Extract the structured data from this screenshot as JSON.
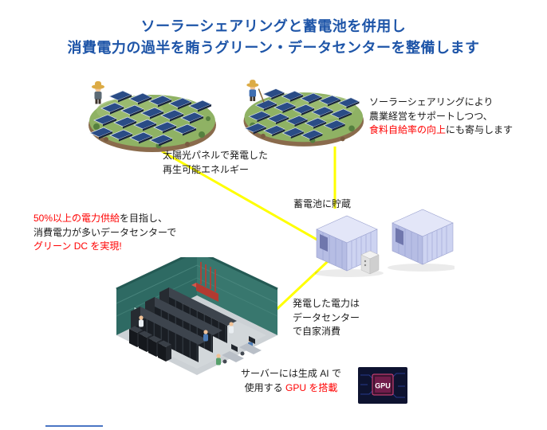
{
  "title": {
    "line1": "ソーラーシェアリングと蓄電池を併用し",
    "line2": "消費電力の過半を賄うグリーン・データセンターを整備します"
  },
  "solar_note": {
    "line1": "ソーラーシェアリングにより",
    "line2": "農業経営をサポートしつつ、",
    "line3_red": "食料自給率の向上",
    "line3_rest": "にも寄与します"
  },
  "panel_label": {
    "line1": "太陽光パネルで発電した",
    "line2": "再生可能エネルギー"
  },
  "supply_note": {
    "line1_red": "50%以上の電力供給",
    "line1_rest": "を目指し、",
    "line2": "消費電力が多いデータセンターで",
    "line3_red": "グリーン DC を実現!"
  },
  "battery_label": "蓄電池に貯蔵",
  "dc_note": {
    "line1": "発電した電力は",
    "line2": "データセンター",
    "line3": "で自家消費"
  },
  "gpu_note": {
    "line1": "サーバーには生成 AI で",
    "line2_black": "使用する ",
    "line2_red": "GPU を搭載"
  },
  "gpu_chip": {
    "label": "GPU"
  },
  "colors": {
    "title_blue": "#1e55a8",
    "accent_red": "#ff0000",
    "power_line_yellow": "#ffff00",
    "wall_teal": "#2e6a63",
    "container_lavender": "#cdd3f1"
  }
}
